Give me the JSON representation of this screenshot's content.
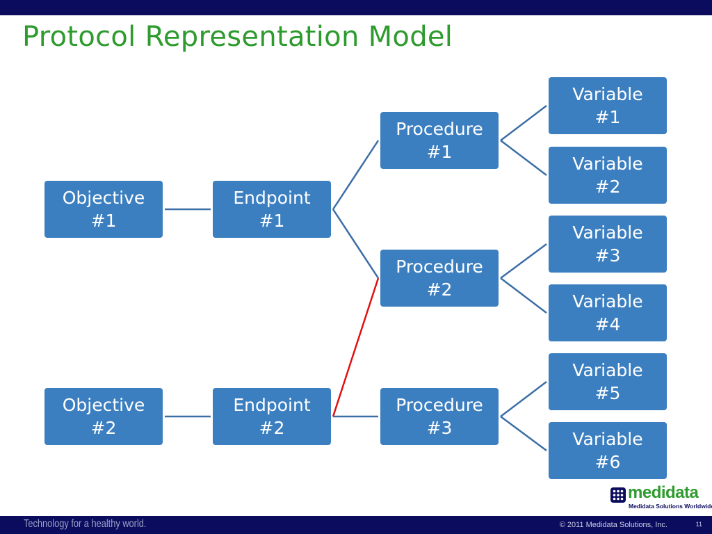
{
  "slide": {
    "title": "Protocol Representation Model"
  },
  "nodes": {
    "objective_1": {
      "line1": "Objective",
      "line2": "#1"
    },
    "objective_2": {
      "line1": "Objective",
      "line2": "#2"
    },
    "endpoint_1": {
      "line1": "Endpoint",
      "line2": "#1"
    },
    "endpoint_2": {
      "line1": "Endpoint",
      "line2": "#2"
    },
    "procedure_1": {
      "line1": "Procedure",
      "line2": "#1"
    },
    "procedure_2": {
      "line1": "Procedure",
      "line2": "#2"
    },
    "procedure_3": {
      "line1": "Procedure",
      "line2": "#3"
    },
    "variable_1": {
      "line1": "Variable",
      "line2": "#1"
    },
    "variable_2": {
      "line1": "Variable",
      "line2": "#2"
    },
    "variable_3": {
      "line1": "Variable",
      "line2": "#3"
    },
    "variable_4": {
      "line1": "Variable",
      "line2": "#4"
    },
    "variable_5": {
      "line1": "Variable",
      "line2": "#5"
    },
    "variable_6": {
      "line1": "Variable",
      "line2": "#6"
    }
  },
  "edges": [
    {
      "from": "objective_1",
      "to": "endpoint_1",
      "color": "#3b6ea5"
    },
    {
      "from": "objective_2",
      "to": "endpoint_2",
      "color": "#3b6ea5"
    },
    {
      "from": "endpoint_1",
      "to": "procedure_1",
      "color": "#3b6ea5"
    },
    {
      "from": "endpoint_1",
      "to": "procedure_2",
      "color": "#3b6ea5"
    },
    {
      "from": "endpoint_2",
      "to": "procedure_2",
      "color": "#e01010"
    },
    {
      "from": "endpoint_2",
      "to": "procedure_3",
      "color": "#3b6ea5"
    },
    {
      "from": "procedure_1",
      "to": "variable_1",
      "color": "#3b6ea5"
    },
    {
      "from": "procedure_1",
      "to": "variable_2",
      "color": "#3b6ea5"
    },
    {
      "from": "procedure_2",
      "to": "variable_3",
      "color": "#3b6ea5"
    },
    {
      "from": "procedure_2",
      "to": "variable_4",
      "color": "#3b6ea5"
    },
    {
      "from": "procedure_3",
      "to": "variable_5",
      "color": "#3b6ea5"
    },
    {
      "from": "procedure_3",
      "to": "variable_6",
      "color": "#3b6ea5"
    }
  ],
  "logo": {
    "wordmark": "medidata",
    "tagline": "Medidata Solutions Worldwide",
    "icon": "dot-grid-icon"
  },
  "footer": {
    "tagline": "Technology for a healthy world.",
    "copyright": "© 2011 Medidata Solutions, Inc.",
    "page_number": "11"
  },
  "colors": {
    "title": "#2e9b2e",
    "node_fill": "#3c7fc0",
    "highlight_edge": "#e01010",
    "bars": "#0c0c5e"
  }
}
